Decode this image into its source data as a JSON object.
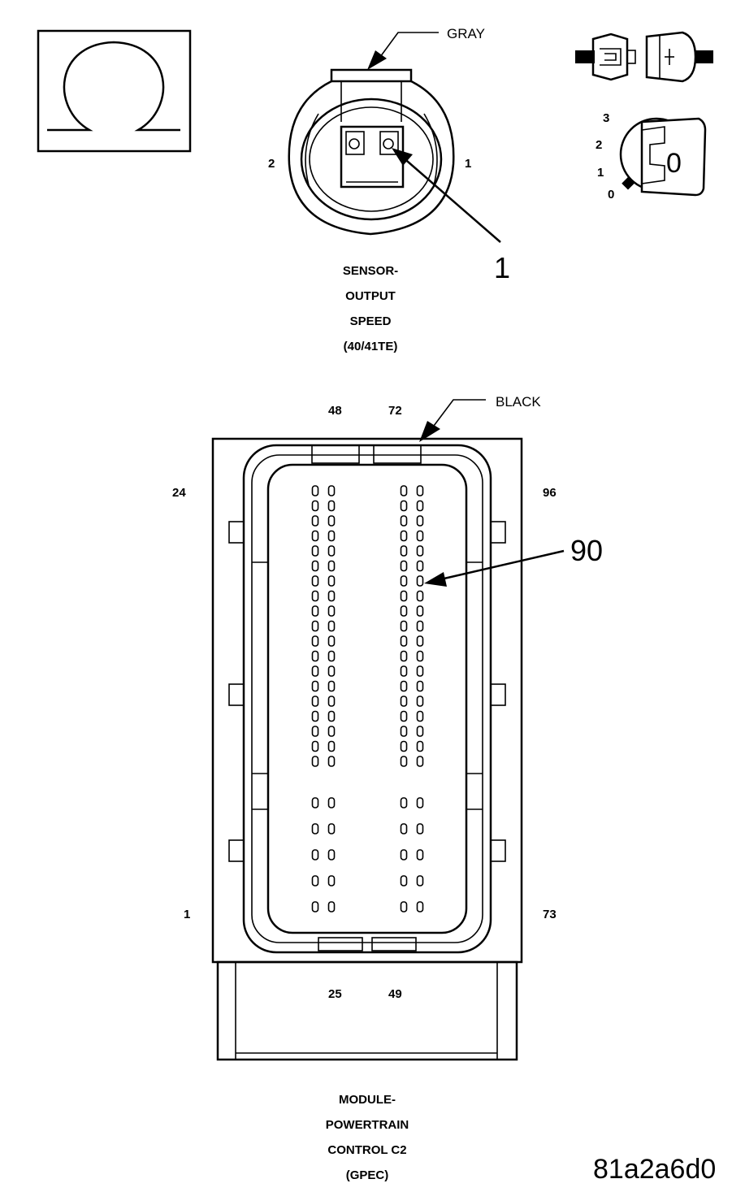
{
  "symbols": {
    "ohm_icon": "omega-icon",
    "connector_icon": "connector-halves-icon",
    "ignition_icon": "ignition-key-icon",
    "ignition_positions": [
      "3",
      "2",
      "1",
      "0"
    ]
  },
  "sensor_connector": {
    "wire_color": "GRAY",
    "cavity_labels": {
      "left": "2",
      "right": "1"
    },
    "callout": "1",
    "title_lines": [
      "SENSOR-",
      "OUTPUT",
      "SPEED",
      "(40/41TE)"
    ]
  },
  "pcm_connector": {
    "wire_color": "BLACK",
    "cavity_labels": {
      "top_left": "48",
      "top_right": "72",
      "upper_left": "24",
      "upper_right": "96",
      "lower_left": "1",
      "lower_right": "73",
      "bottom_left": "25",
      "bottom_right": "49"
    },
    "callout": "90",
    "title_lines": [
      "MODULE-",
      "POWERTRAIN",
      "CONTROL C2",
      "(GPEC)"
    ]
  },
  "figure_code": "81a2a6d0"
}
